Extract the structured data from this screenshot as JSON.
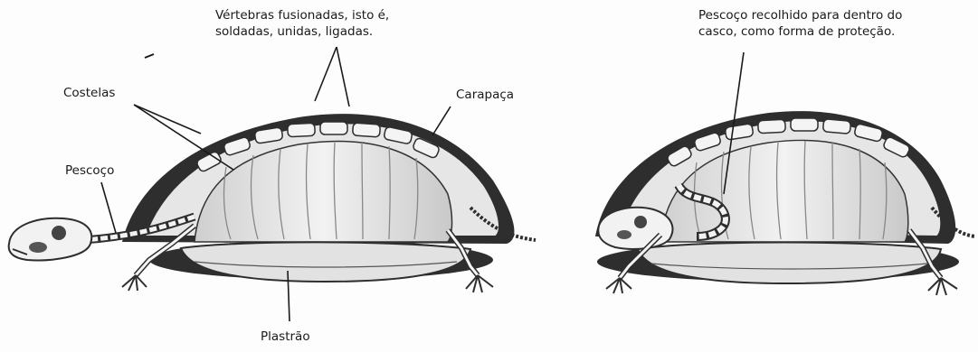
{
  "labels": {
    "vertebras_line1": "Vértebras fusionadas, isto é,",
    "vertebras_line2": "soldadas, unidas, ligadas.",
    "costelas": "Costelas",
    "carapaca": "Carapaça",
    "pescoco": "Pescoço",
    "plastrao": "Plastrão",
    "recolhido_line1": "Pescoço recolhido para dentro do",
    "recolhido_line2": "casco, como forma de proteção."
  },
  "colors": {
    "ink": "#1a1a1a",
    "shell_dark": "#2e2e2e",
    "shell_inner": "#d9d9d9",
    "bone": "#f4f4f4",
    "plastron": "#b8b8b8"
  }
}
